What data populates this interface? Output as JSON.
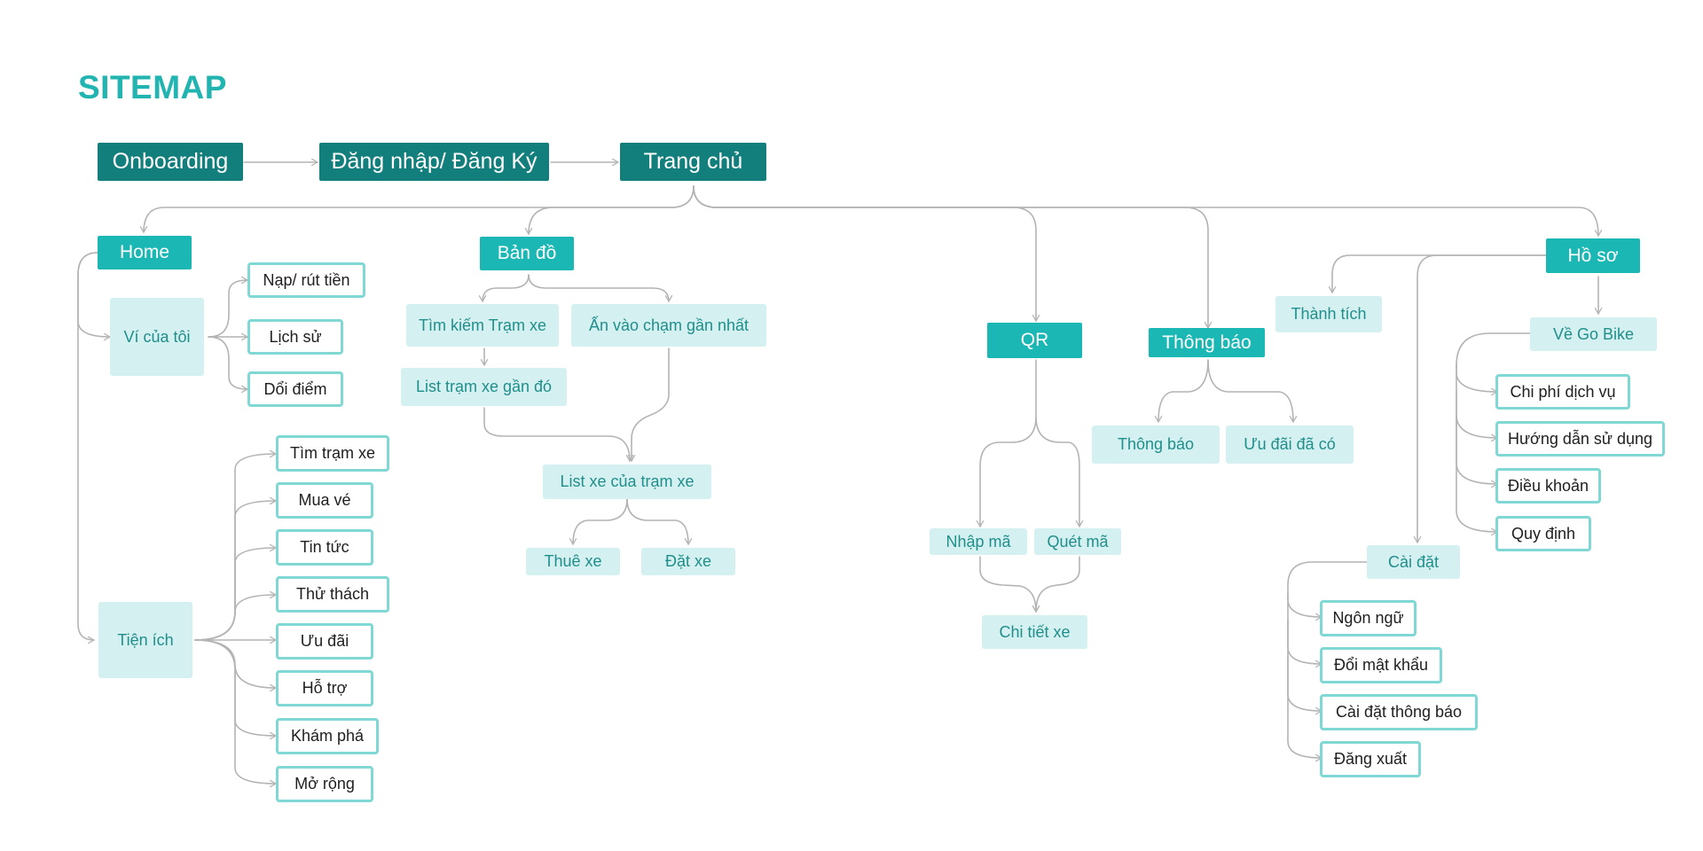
{
  "title": "SITEMAP",
  "colors": {
    "title": "#21b4b0",
    "primary_dark": "#137f7d",
    "primary": "#1bb7b4",
    "light": "#d5f0f0",
    "outline": "#7fd8d3",
    "connector": "#b4b4b4"
  },
  "nodes": {
    "onboarding": "Onboarding",
    "login": "Đăng nhập/ Đăng Ký",
    "trang_chu": "Trang chủ",
    "home": "Home",
    "vi": "Ví của tôi",
    "nap_rut": "Nạp/ rút tiền",
    "lich_su": "Lịch sử",
    "doi_diem": "Dổi điểm",
    "tien_ich": "Tiện ích",
    "tim_tram": "Tìm trạm xe",
    "mua_ve": "Mua vé",
    "tin_tuc": "Tin tức",
    "thu_thach": "Thử thách",
    "uu_dai": "Ưu đãi",
    "ho_tro": "Hỗ trợ",
    "kham_pha": "Khám phá",
    "mo_rong": "Mở rộng",
    "ban_do": "Bản đồ",
    "tim_kiem_tram": "Tìm kiếm Trạm xe",
    "an_cham": "Ấn vào chạm gần nhất",
    "list_tram": "List trạm xe gần đó",
    "list_xe": "List xe của trạm xe",
    "thue_xe": "Thuê xe",
    "dat_xe": "Đặt xe",
    "qr": "QR",
    "nhap_ma": "Nhập mã",
    "quet_ma": "Quét mã",
    "chi_tiet": "Chi tiết xe",
    "thong_bao": "Thông báo",
    "tb_sub": "Thông báo",
    "uu_dai_co": "Ưu đãi đã có",
    "ho_so": "Hồ sơ",
    "thanh_tich": "Thành tích",
    "ve_gobike": "Về Go Bike",
    "chi_phi": "Chi phí dịch vụ",
    "huong_dan": "Hướng dẫn sử dụng",
    "dieu_khoan": "Điều khoản",
    "quy_dinh": "Quy định",
    "cai_dat": "Cài đặt",
    "ngon_ngu": "Ngôn ngữ",
    "doi_mk": "Đổi mật khẩu",
    "cd_thong_bao": "Cài đặt thông báo",
    "dang_xuat": "Đăng xuất"
  }
}
